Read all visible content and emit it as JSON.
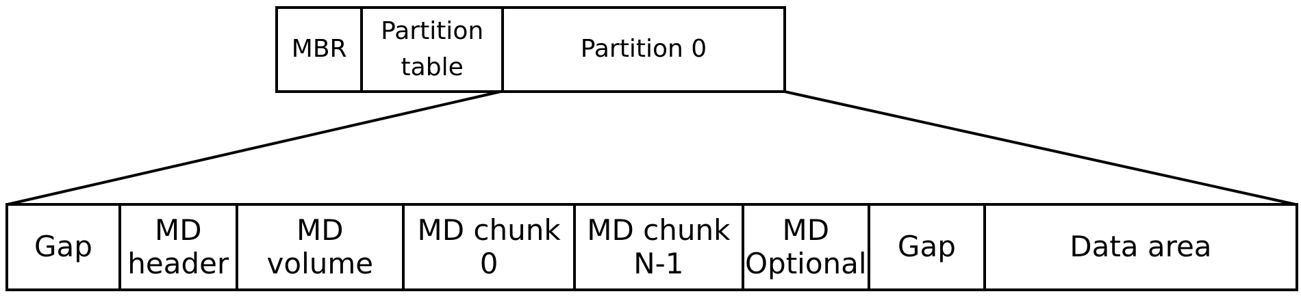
{
  "colors": {
    "line": "#000000",
    "text": "#000000",
    "background": "#ffffff"
  },
  "disk_row": {
    "cells": [
      {
        "label": "MBR"
      },
      {
        "label": "Partition\ntable"
      },
      {
        "label": "Partition 0"
      }
    ]
  },
  "partition0_row": {
    "cells": [
      {
        "label": "Gap"
      },
      {
        "label": "MD\nheader"
      },
      {
        "label": "MD\nvolume"
      },
      {
        "label": "MD chunk\n0"
      },
      {
        "label": "MD chunk\nN-1"
      },
      {
        "label": "MD\nOptional"
      },
      {
        "label": "Gap"
      },
      {
        "label": "Data area"
      }
    ]
  }
}
